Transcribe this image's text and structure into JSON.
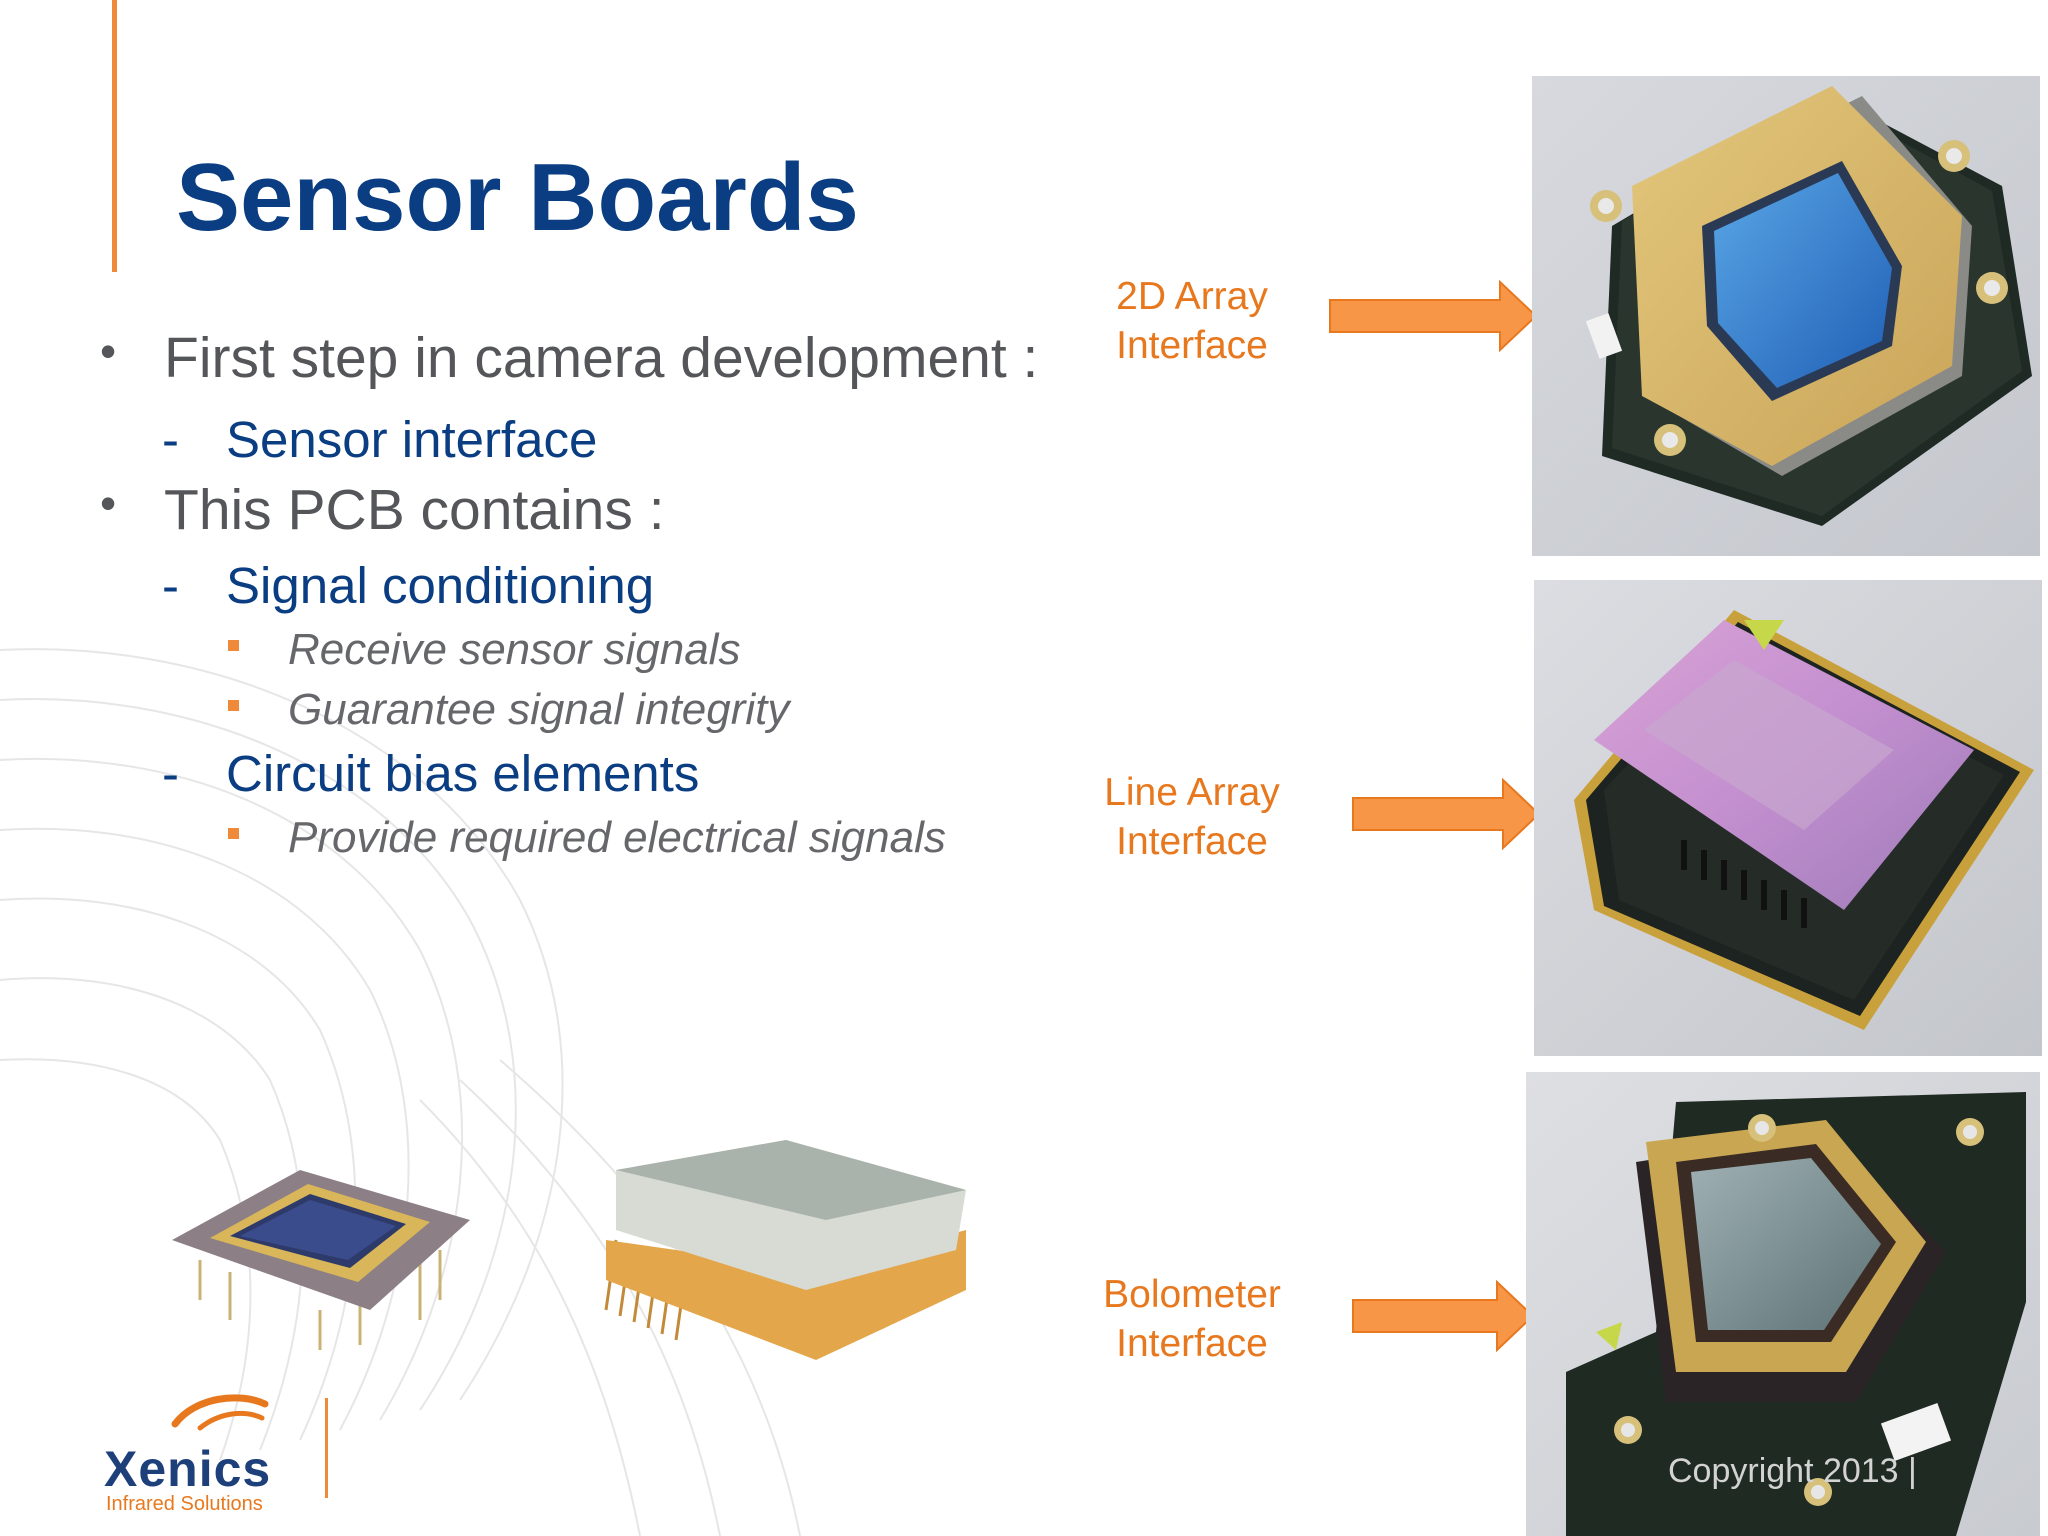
{
  "slide": {
    "title": "Sensor Boards",
    "bullets": [
      {
        "text": "First step in camera development :",
        "level": 1,
        "marker": "•"
      },
      {
        "text": "Sensor interface",
        "level": 2,
        "marker": "-"
      },
      {
        "text": "This PCB contains :",
        "level": 1,
        "marker": "•"
      },
      {
        "text": "Signal conditioning",
        "level": 2,
        "marker": "-"
      },
      {
        "text": "Receive sensor signals",
        "level": 3,
        "marker": "square"
      },
      {
        "text": "Guarantee signal integrity",
        "level": 3,
        "marker": "square"
      },
      {
        "text": "Circuit bias elements",
        "level": 2,
        "marker": "-"
      },
      {
        "text": "Provide required electrical signals",
        "level": 3,
        "marker": "square"
      }
    ],
    "interfaces": [
      {
        "line1": "2D Array",
        "line2": "Interface",
        "photo": "pcb-2d-array-sensor"
      },
      {
        "line1": "Line Array",
        "line2": "Interface",
        "photo": "pcb-line-array-sensor"
      },
      {
        "line1": "Bolometer",
        "line2": "Interface",
        "photo": "pcb-bolometer-sensor"
      }
    ],
    "copyright": "Copyright 2013 |",
    "logo": {
      "name": "Xenics",
      "tagline": "Infrared Solutions"
    },
    "colors": {
      "title": "#0a3d82",
      "accent": "#ef8a3a",
      "body": "#55565a",
      "label": "#e8781e"
    }
  }
}
